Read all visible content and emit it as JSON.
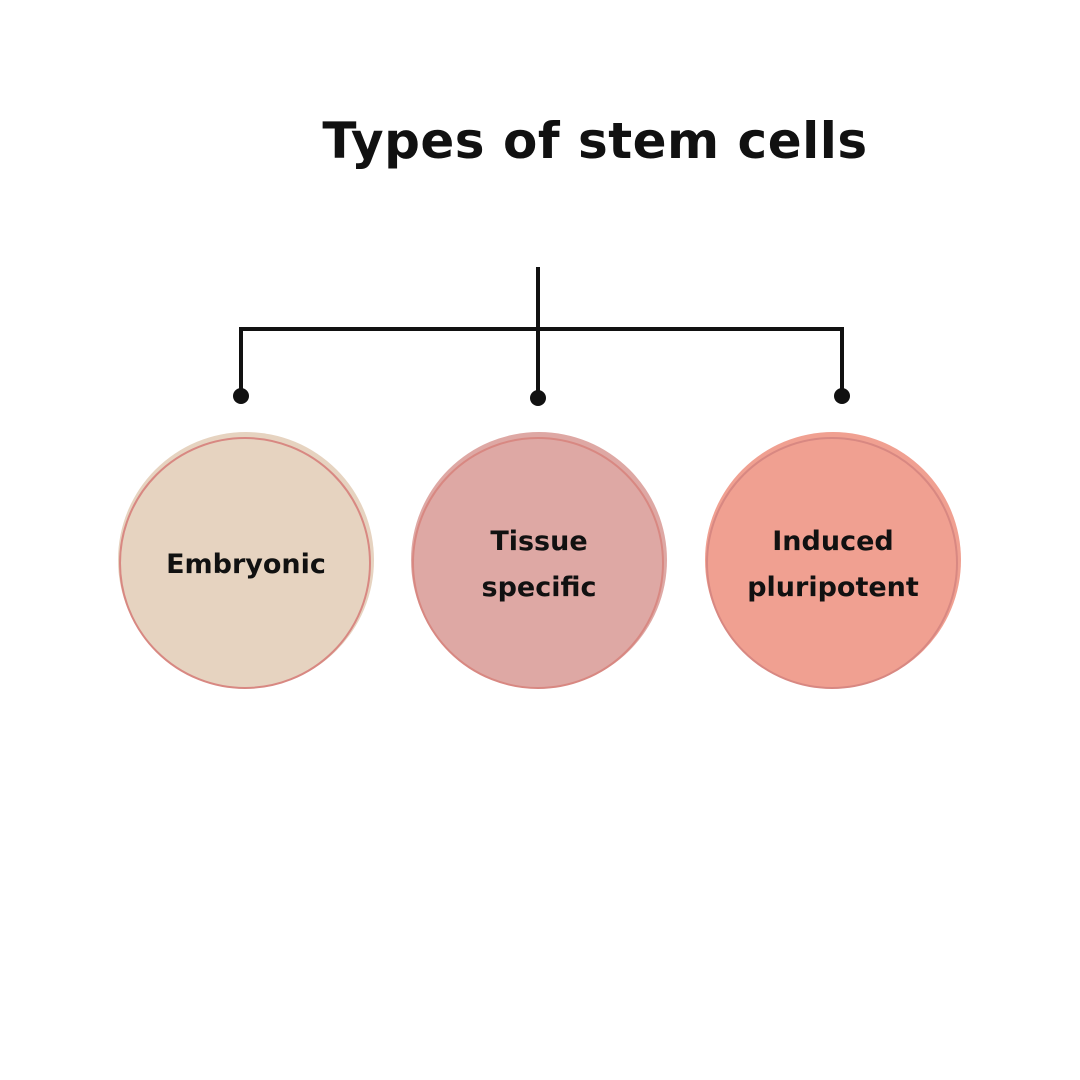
{
  "title": "Types of stem cells",
  "nodes": [
    {
      "label": "Embryonic",
      "fill": "#e6d3c0",
      "outline": "#d88882"
    },
    {
      "label": "Tissue specific",
      "fill": "#dea8a4",
      "outline": "#d88882"
    },
    {
      "label": "Induced pluripotent",
      "fill": "#f0a091",
      "outline": "#d88882"
    }
  ],
  "colors": {
    "connector": "#111111",
    "background": "#ffffff"
  }
}
